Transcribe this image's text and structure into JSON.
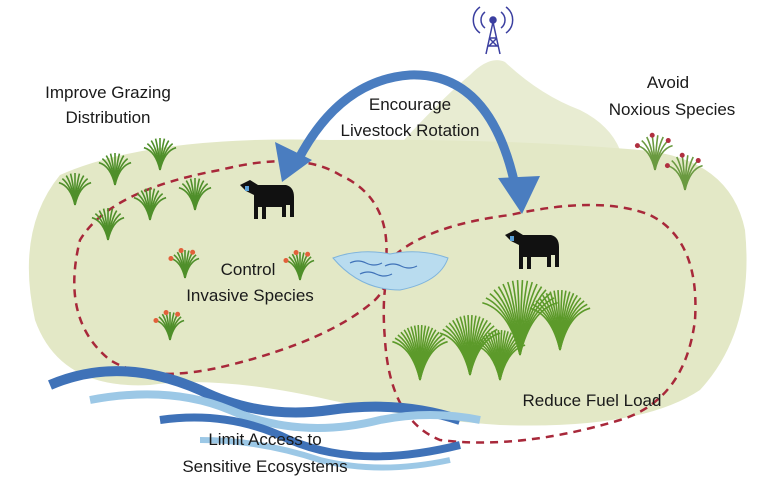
{
  "labels": {
    "grazing": [
      "Improve Grazing",
      "Distribution"
    ],
    "rotation": [
      "Encourage",
      "Livestock Rotation"
    ],
    "noxious": [
      "Avoid",
      "Noxious Species"
    ],
    "invasive": [
      "Control",
      "Invasive Species"
    ],
    "fuel": "Reduce Fuel Load",
    "sensitive": [
      "Limit Access to",
      "Sensitive Ecosystems"
    ]
  },
  "colors": {
    "land": "#e3e8c6",
    "mountain": "#e8ecd2",
    "arrow": "#4a7dc0",
    "dash": "#a8283a",
    "water_dark": "#3f72b8",
    "water_light": "#9cc8e6",
    "grass": "#4f8f2a",
    "flower": "#e2603a",
    "cow": "#111111",
    "tower": "#3b3fa0"
  },
  "icons": [
    "radio-tower-icon",
    "cow-icon",
    "water-pond-icon",
    "grass-tuft-icon",
    "flower-icon",
    "rotation-arrow-icon"
  ]
}
